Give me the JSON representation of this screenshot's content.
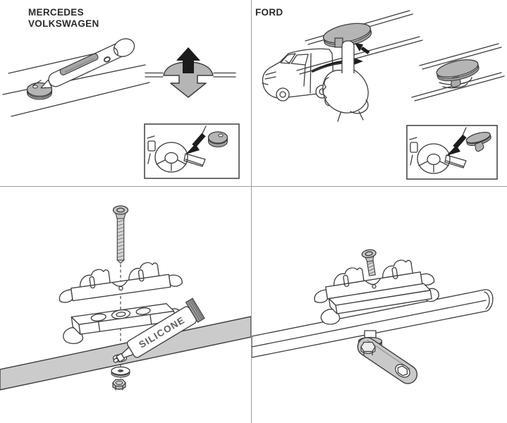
{
  "document": {
    "kind": "roof-rack-fitting-instruction-sheet",
    "background": "#ffffff"
  },
  "dividers": {
    "color": "#9c9c9c"
  },
  "panels": {
    "top_left": {
      "title_line1": "MERCEDES",
      "title_line2": "VOLKSWAGEN",
      "figures": [
        "pry-tool-removing-roof-cover",
        "cover-plug-pull-up-arrow-diagram",
        "store-cover-in-glovebox-inset"
      ]
    },
    "top_right": {
      "title": "FORD",
      "figures": [
        "van-illustration",
        "hand-pressing-plug-from-inside",
        "plug-installed-on-roof",
        "store-plug-in-glovebox-inset"
      ]
    },
    "bottom_left": {
      "silicone_label": "SILICONE",
      "figures": [
        "exploded-foot-assembly",
        "fixing-screw",
        "clamp-bracket",
        "base-plate",
        "silicone-tube",
        "roof-rail-hole",
        "washer",
        "hex-nut"
      ]
    },
    "bottom_right": {
      "figures": [
        "assembled-foot-on-roof-rail",
        "washer-under-rail",
        "ring-spanner-tightening-nut"
      ]
    }
  },
  "colors": {
    "line": "#3d3d3d",
    "text": "#2b2b2b",
    "gray_fill": "#b5b5b5",
    "light_gray_fill": "#cbcbcb",
    "black_arrow": "#1c1c1c"
  }
}
